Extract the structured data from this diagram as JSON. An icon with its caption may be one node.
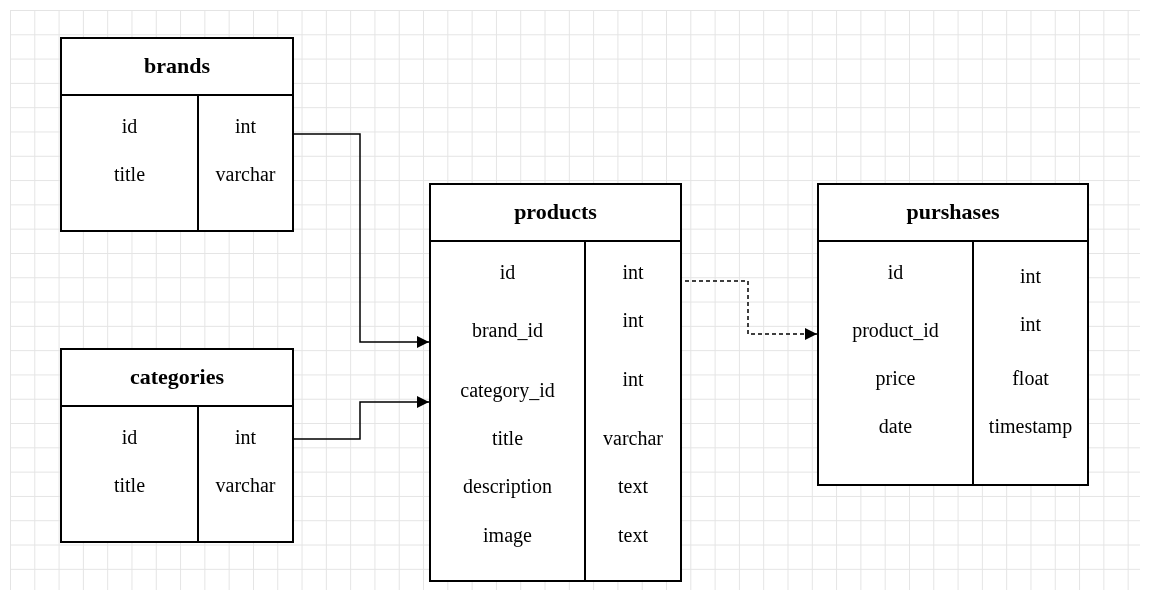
{
  "diagram": {
    "nodes": [
      {
        "text": [
          "brands"
        ]
      },
      {
        "text": [
          "id",
          "title"
        ],
        "in": 0
      },
      {
        "text": [
          "int",
          "varchar"
        ],
        "in": 0
      },
      {
        "text": [
          "categories"
        ]
      },
      {
        "text": [
          "id",
          "title"
        ],
        "in": 3
      },
      {
        "text": [
          "int",
          "varchar"
        ],
        "in": 3
      },
      {
        "text": [
          "products"
        ]
      },
      {
        "text": [
          "id",
          "brand_id",
          "category_id",
          "title",
          "description",
          "image"
        ],
        "in": 6
      },
      {
        "text": [
          "int",
          "int",
          "int",
          "varchar",
          "text",
          "text"
        ],
        "in": 6
      },
      {
        "text": [
          "purshases"
        ]
      },
      {
        "text": [
          "id",
          "product_id",
          "price",
          "date"
        ],
        "in": 9
      },
      {
        "text": [
          "int",
          "int",
          "float",
          "timestamp"
        ],
        "in": 9
      }
    ],
    "edges": [
      {
        "from": 2,
        "to": 7,
        "arrow": "to"
      },
      {
        "from": 5,
        "to": 7,
        "arrow": "to"
      },
      {
        "from": 8,
        "to": 10,
        "arrow": "to",
        "style": "dashed"
      }
    ]
  }
}
